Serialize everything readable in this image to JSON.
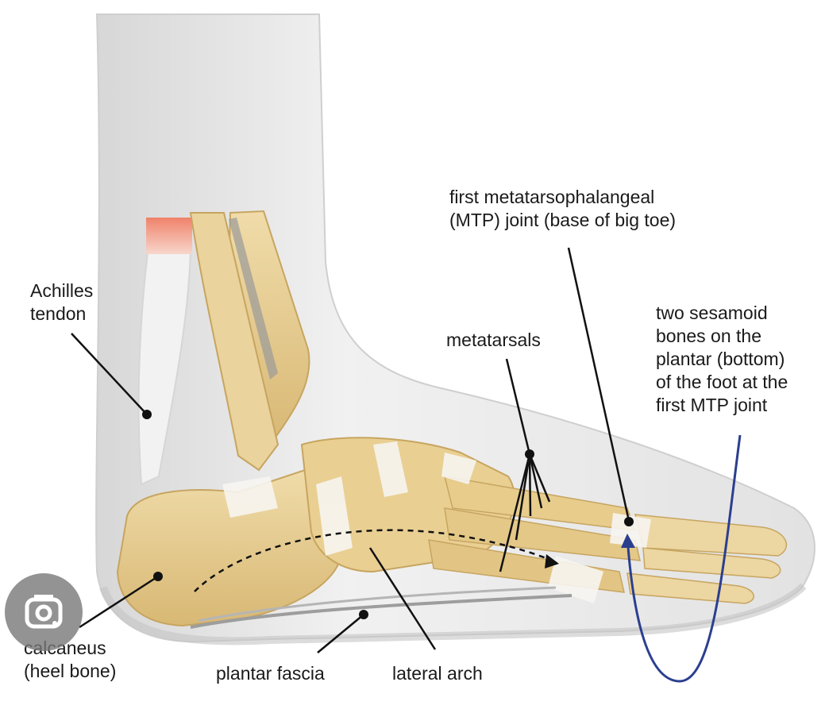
{
  "diagram": {
    "labels": {
      "achilles": "Achilles\ntendon",
      "mtp": "first metatarsophalangeal\n(MTP) joint (base of big toe)",
      "metatarsals": "metatarsals",
      "sesamoid": "two sesamoid\nbones on the\nplantar (bottom)\nof the foot at the\nfirst MTP joint",
      "calcaneus": "calcaneus\n(heel bone)",
      "plantar_fascia": "plantar fascia",
      "lateral_arch": "lateral arch"
    },
    "colors": {
      "bone": "#e8cf94",
      "bone_dark": "#cfae63",
      "ligament": "#f4f2ee",
      "skin": "#e9e9e9",
      "leader_line": "#111111",
      "sesamoid_curve": "#2b3f8f",
      "tendon_tip": "#f0826a"
    }
  },
  "overlay": {
    "lens_icon": "camera-lens-icon"
  }
}
